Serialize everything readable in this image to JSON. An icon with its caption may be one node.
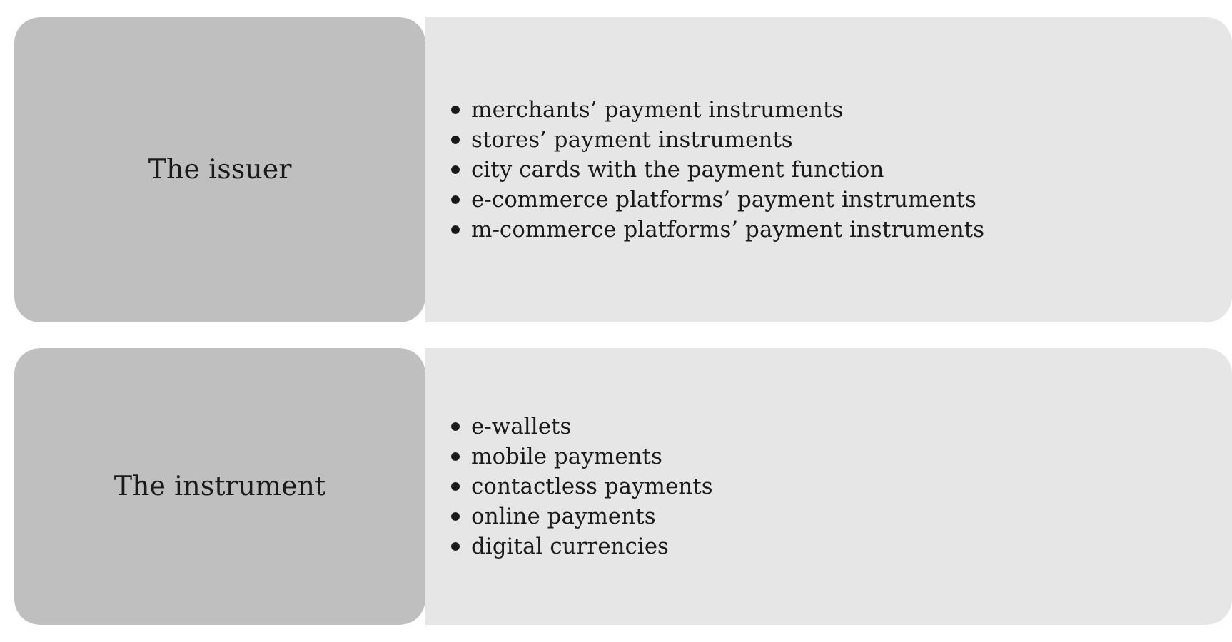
{
  "diagram": {
    "nodes": [
      {
        "text": [
          "The issuer"
        ]
      },
      {
        "text": [
          "merchants’ payment instruments",
          "stores’ payment instruments",
          "city cards with the payment function",
          "e-commerce platforms’ payment instruments",
          "m-commerce platforms’ payment instruments"
        ]
      },
      {
        "text": [
          "The instrument"
        ]
      },
      {
        "text": [
          "e-wallets",
          "mobile payments",
          "contactless payments",
          "online payments",
          "digital currencies"
        ]
      }
    ]
  }
}
